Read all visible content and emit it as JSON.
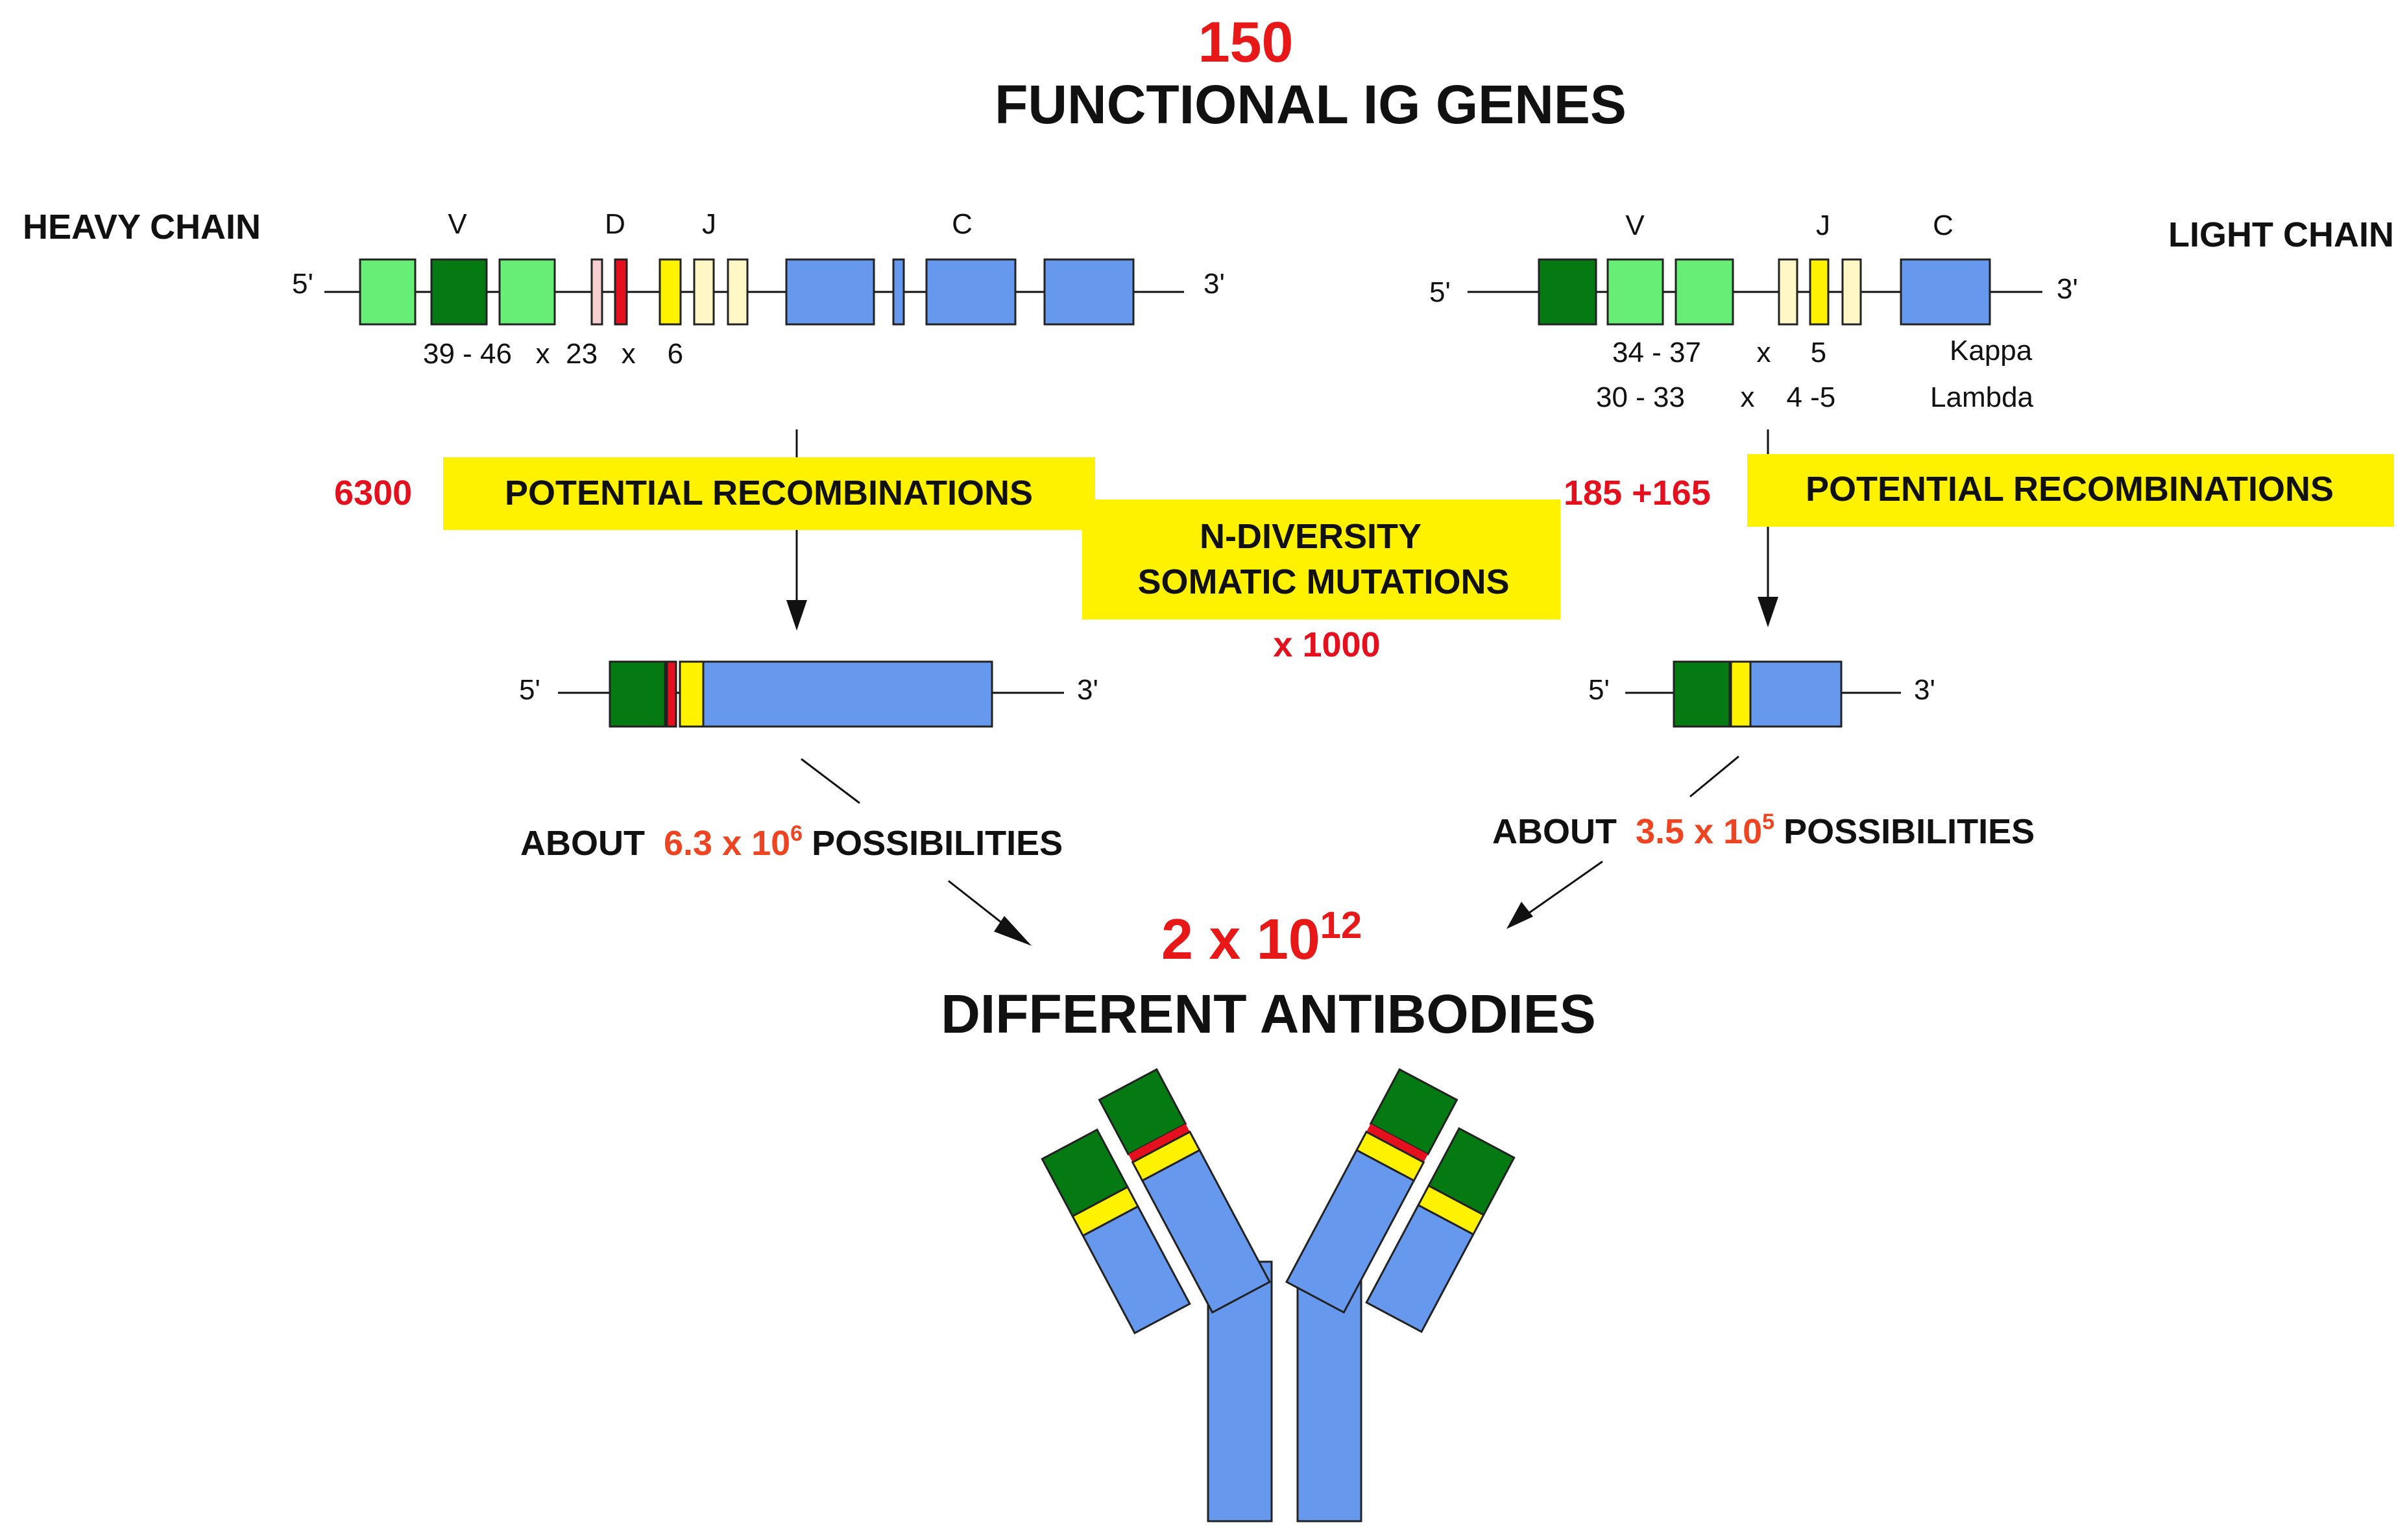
{
  "title": {
    "count": "150",
    "label": "FUNCTIONAL IG GENES"
  },
  "heavy_chain": {
    "label": "HEAVY CHAIN",
    "segments": {
      "v": "V",
      "d": "D",
      "j": "J",
      "c": "C"
    },
    "five_prime": "5'",
    "three_prime": "3'",
    "counts": "39 - 46   x  23   x    6",
    "recombination_count": "6300",
    "recombination_label": "POTENTIAL RECOMBINATIONS",
    "about": "ABOUT",
    "possibilities_base": "6.3 x 10",
    "possibilities_exp": "6",
    "possibilities_label": "POSSIBILITIES"
  },
  "light_chain": {
    "label": "LIGHT CHAIN",
    "segments": {
      "v": "V",
      "j": "J",
      "c": "C"
    },
    "five_prime": "5'",
    "three_prime": "3'",
    "kappa_counts": "34 - 37       x     5",
    "lambda_counts": "30 - 33       x    4 -5",
    "kappa": "Kappa",
    "lambda": "Lambda",
    "recombination_count": "185 +165",
    "recombination_label": "POTENTIAL RECOMBINATIONS",
    "about": "ABOUT",
    "possibilities_base": "3.5 x 10",
    "possibilities_exp": "5",
    "possibilities_label": "POSSIBILITIES"
  },
  "n_diversity": {
    "line1": "N-DIVERSITY",
    "line2": "SOMATIC MUTATIONS",
    "factor": "x 1000"
  },
  "result": {
    "count_base": "2 x 10",
    "count_exp": "12",
    "label": "DIFFERENT ANTIBODIES"
  },
  "colors": {
    "dark_green": "#067A12",
    "light_green": "#66EE77",
    "red": "#E5101E",
    "pale_red": "#F6D0D0",
    "yellow": "#FFF200",
    "pale_yellow": "#FFF8C6",
    "blue": "#6699EE",
    "orange_red": "#EE4422",
    "title_red": "#E81818"
  },
  "icons": {
    "gene_segment": "rect",
    "antibody": "y-shaped-antibody-icon"
  }
}
